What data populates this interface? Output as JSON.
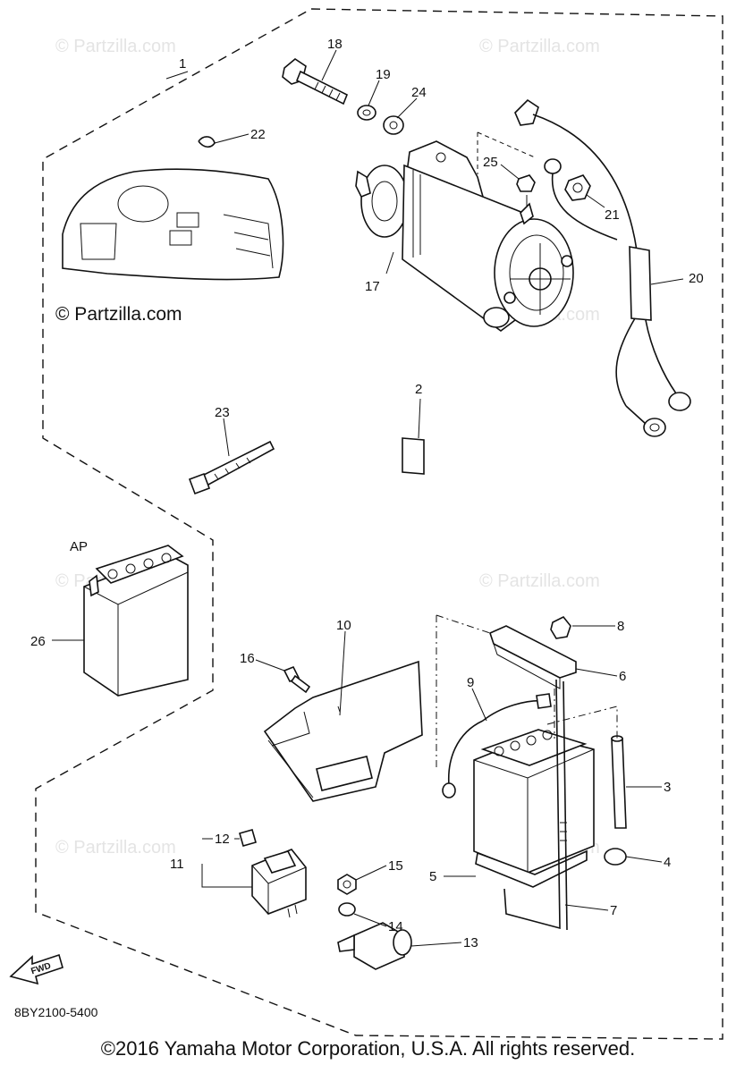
{
  "watermark": "© Partzilla.com",
  "ref_code": "8BY2100-5400",
  "fwd_label": "FWD",
  "ap_label": "AP",
  "copyright": "©2016  Yamaha Motor Corporation, U.S.A. All rights reserved.",
  "callouts": {
    "c1": "1",
    "c2": "2",
    "c3": "3",
    "c4": "4",
    "c5": "5",
    "c6": "6",
    "c7": "7",
    "c8": "8",
    "c9": "9",
    "c10": "10",
    "c11": "11",
    "c12": "12",
    "c13": "13",
    "c14": "14",
    "c15": "15",
    "c16": "16",
    "c17": "17",
    "c18": "18",
    "c19": "19",
    "c20": "20",
    "c21": "21",
    "c22": "22",
    "c23": "23",
    "c24": "24",
    "c25": "25",
    "c26": "26"
  }
}
